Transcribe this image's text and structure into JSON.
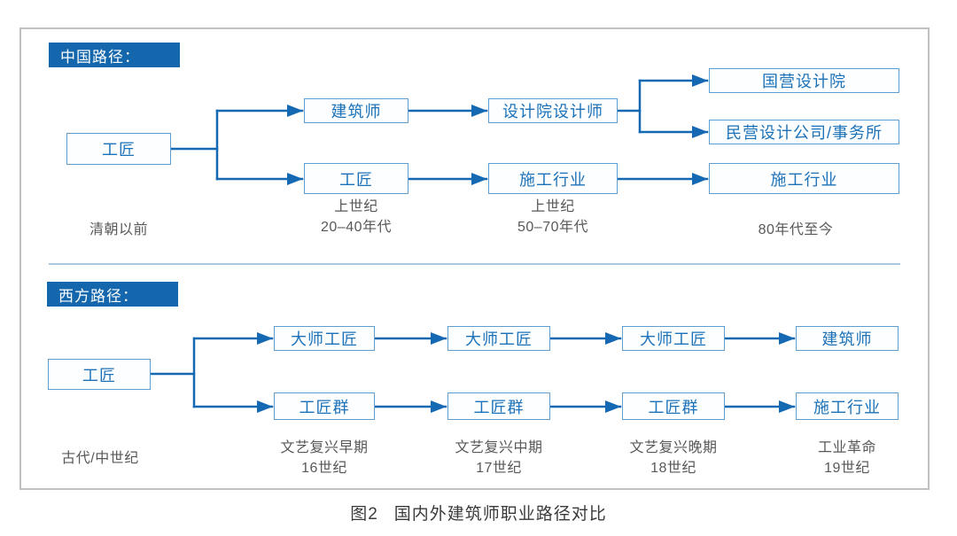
{
  "figure": {
    "number": "图2",
    "title": "国内外建筑师职业路径对比"
  },
  "china": {
    "header": "中国路径：",
    "nodes": {
      "origin": "工匠",
      "architect": "建筑师",
      "design_institute_designer": "设计院设计师",
      "state_design_institute": "国营设计院",
      "private_design_firm": "民营设计公司/事务所",
      "artisan2": "工匠",
      "construction1": "施工行业",
      "construction2": "施工行业"
    },
    "eras": {
      "e1": "清朝以前",
      "e2_line1": "上世纪",
      "e2_line2": "20–40年代",
      "e3_line1": "上世纪",
      "e3_line2": "50–70年代",
      "e4": "80年代至今"
    }
  },
  "west": {
    "header": "西方路径：",
    "nodes": {
      "origin": "工匠",
      "master1": "大师工匠",
      "master2": "大师工匠",
      "master3": "大师工匠",
      "architect": "建筑师",
      "guild1": "工匠群",
      "guild2": "工匠群",
      "guild3": "工匠群",
      "construction": "施工行业"
    },
    "eras": {
      "e1": "古代/中世纪",
      "e2_line1": "文艺复兴早期",
      "e2_line2": "16世纪",
      "e3_line1": "文艺复兴中期",
      "e3_line2": "17世纪",
      "e4_line1": "文艺复兴晚期",
      "e4_line2": "18世纪",
      "e5_line1": "工业革命",
      "e5_line2": "19世纪"
    }
  },
  "colors": {
    "primary_blue": "#1467ac",
    "connector_blue": "#1569b3",
    "box_border_blue": "#5f9dce",
    "box_text_blue": "#1c72b9",
    "era_text_gray": "#58585a",
    "divider_blue": "#aac7dd",
    "frame_border_gray": "#bfbfbf"
  }
}
